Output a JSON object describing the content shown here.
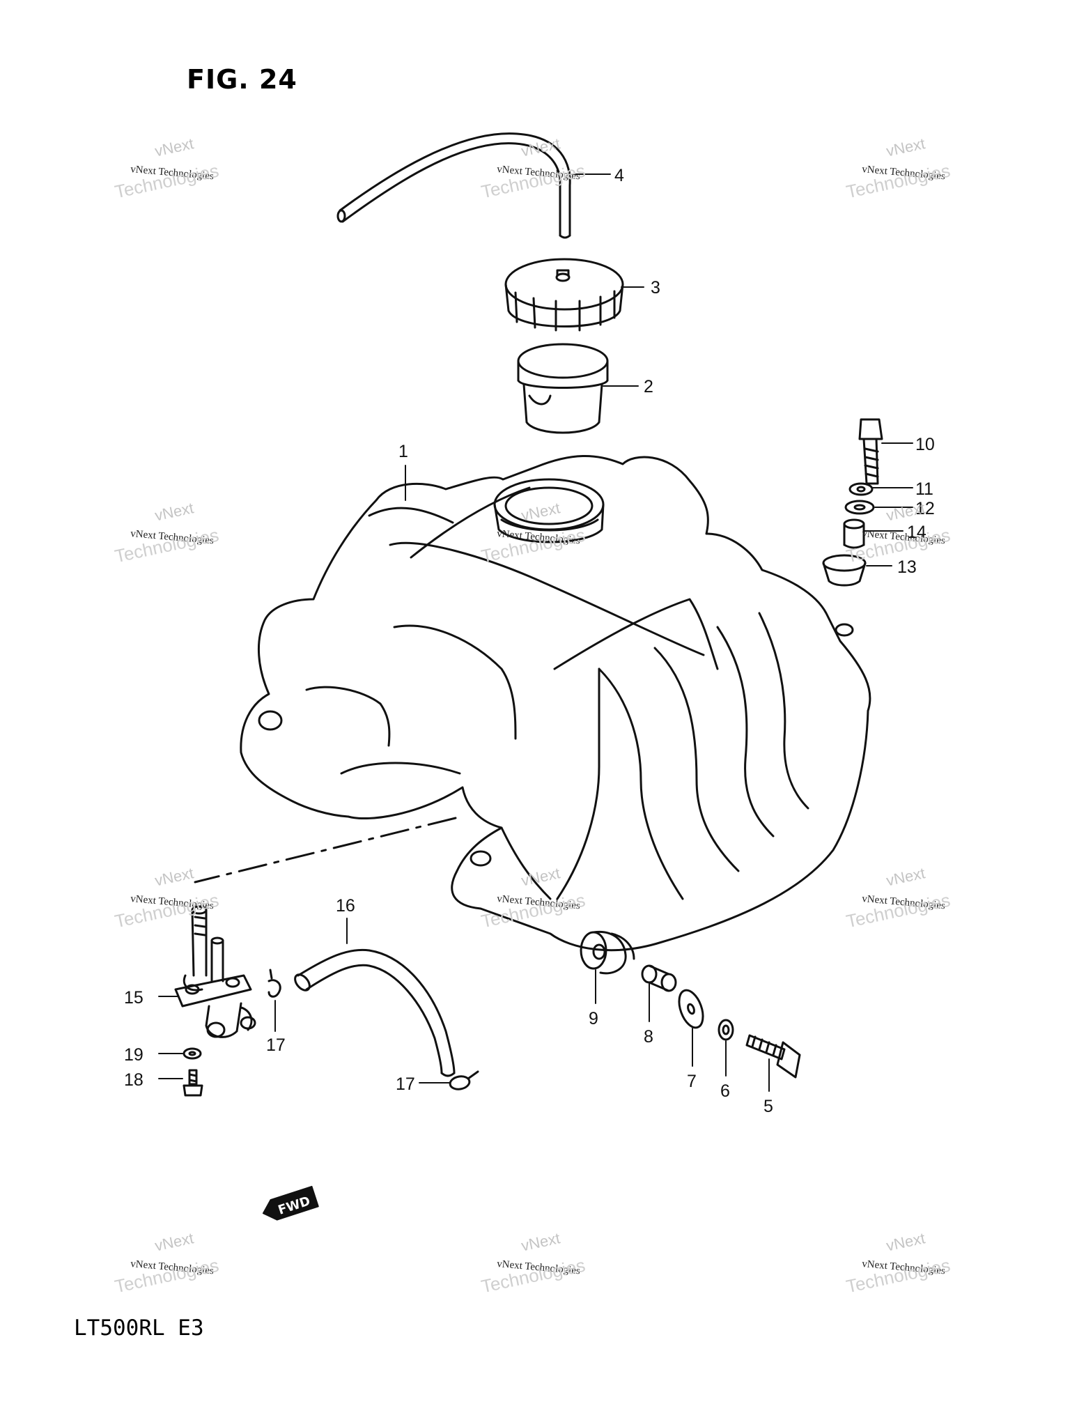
{
  "figure": {
    "title": "FIG. 24",
    "model": "LT500RL  E3"
  },
  "fwd_label": "FWD",
  "watermark": {
    "line1": "vNext",
    "line2": "vNext Technologies",
    "line3": "Technologies"
  },
  "callouts": {
    "p1": "1",
    "p2": "2",
    "p3": "3",
    "p4": "4",
    "p5": "5",
    "p6": "6",
    "p7": "7",
    "p8": "8",
    "p9": "9",
    "p10": "10",
    "p11": "11",
    "p12": "12",
    "p13": "13",
    "p14": "14",
    "p15": "15",
    "p16": "16",
    "p17a": "17",
    "p17b": "17",
    "p18": "18",
    "p19": "19"
  }
}
